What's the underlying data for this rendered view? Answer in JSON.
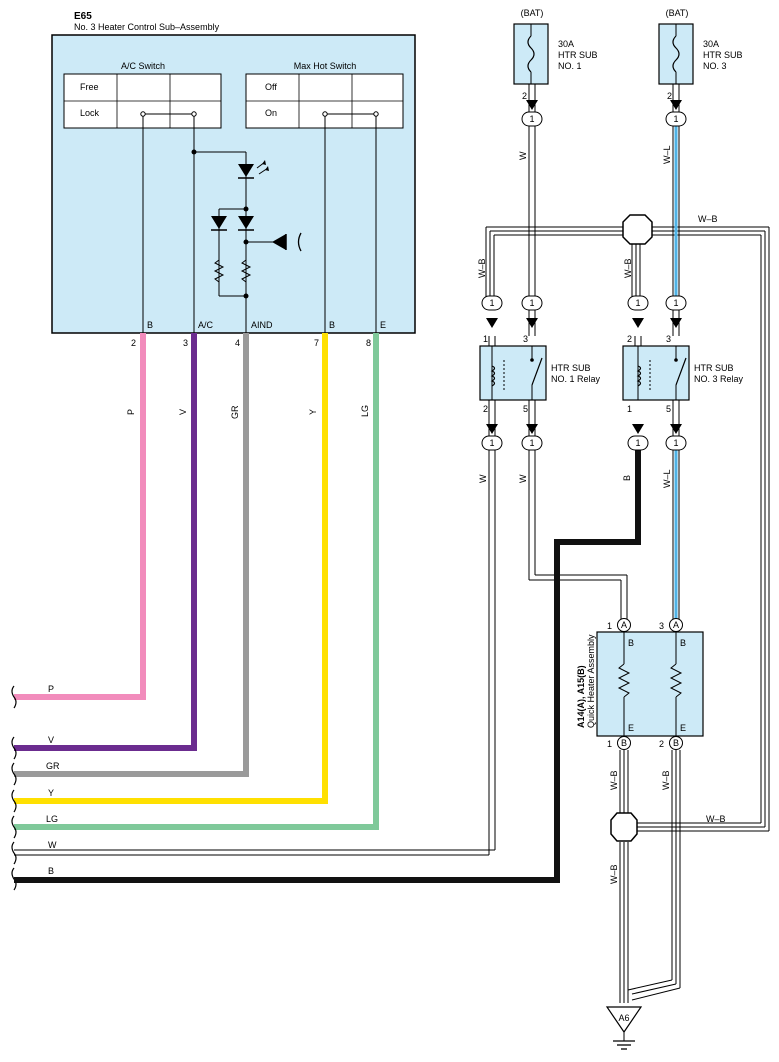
{
  "component_e65": {
    "id": "E65",
    "name": "No. 3 Heater Control Sub–Assembly",
    "ac_switch": {
      "title": "A/C Switch",
      "row1": "Free",
      "row2": "Lock"
    },
    "max_hot_switch": {
      "title": "Max Hot Switch",
      "row1": "Off",
      "row2": "On"
    },
    "terminals": [
      {
        "label": "B",
        "pin": "2",
        "wire": "P",
        "color": "#f28cbc"
      },
      {
        "label": "A/C",
        "pin": "3",
        "wire": "V",
        "color": "#6b2c8f"
      },
      {
        "label": "AIND",
        "pin": "4",
        "wire": "GR",
        "color": "#9a9a9a"
      },
      {
        "label": "B",
        "pin": "7",
        "wire": "Y",
        "color": "#ffe000"
      },
      {
        "label": "E",
        "pin": "8",
        "wire": "LG",
        "color": "#7fc99a"
      }
    ]
  },
  "fuses": [
    {
      "source": "(BAT)",
      "amps": "30A",
      "line2": "HTR SUB",
      "line3": "NO. 1",
      "pin": "2",
      "connector": "1",
      "wire": "W"
    },
    {
      "source": "(BAT)",
      "amps": "30A",
      "line2": "HTR SUB",
      "line3": "NO. 3",
      "pin": "2",
      "connector": "1",
      "wire": "W–L"
    }
  ],
  "relays": [
    {
      "line1": "HTR SUB",
      "line2": "NO. 1 Relay",
      "pin_tl": "1",
      "pin_tr": "3",
      "pin_bl": "2",
      "pin_br": "5",
      "wire_coil_in": "W–B",
      "wire_bottom_left": "W",
      "wire_bottom_right": "W"
    },
    {
      "line1": "HTR SUB",
      "line2": "NO. 3 Relay",
      "pin_tl": "2",
      "pin_tr": "3",
      "pin_bl": "1",
      "pin_br": "5",
      "wire_coil_in": "W–B",
      "wire_bottom_left": "B",
      "wire_bottom_right": "W–L"
    }
  ],
  "connector_label": "1",
  "top_splice_wire": "W–B",
  "quick_heater": {
    "ref": "A14(A), A15(B)",
    "name": "Quick Heater Assembly",
    "pin_top_left": "1",
    "conn_top_left": "A",
    "pin_top_right": "3",
    "conn_top_right": "A",
    "pin_bot_left": "1",
    "conn_bot_left": "B",
    "pin_bot_right": "2",
    "conn_bot_right": "B",
    "label_top_b1": "B",
    "label_top_b2": "B",
    "label_bot_e1": "E",
    "label_bot_e2": "E"
  },
  "ground_wires": {
    "left": "W–B",
    "right": "W–B",
    "splice": "W–B",
    "lower": "W–B"
  },
  "ground": "A6",
  "left_edge_wires": [
    "P",
    "V",
    "GR",
    "Y",
    "LG",
    "W",
    "B"
  ],
  "colors": {
    "module_fill": "#cdeaf7",
    "pink": "#f28cbc",
    "violet": "#6b2c8f",
    "gray": "#9a9a9a",
    "yellow": "#ffe000",
    "light_green": "#7fc99a",
    "blue": "#4fb3e6",
    "black": "#111111"
  }
}
